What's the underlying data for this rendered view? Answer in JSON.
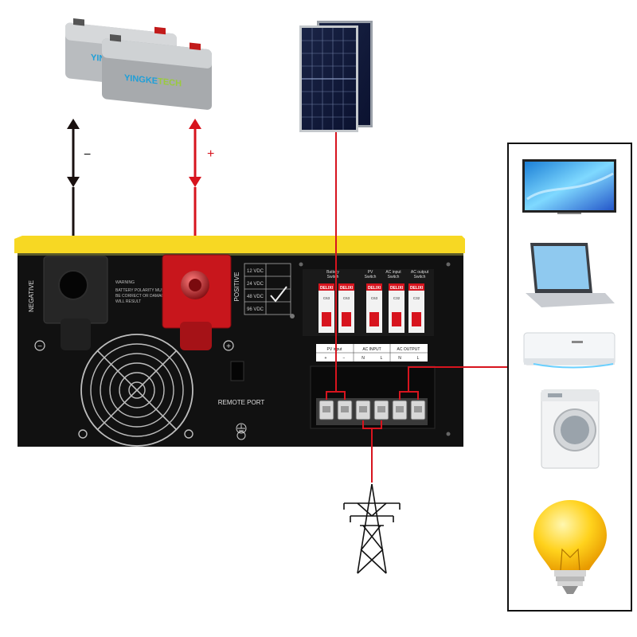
{
  "battery": {
    "brand_a": "YINGKE",
    "brand_b": "TECH",
    "negative_sign": "−",
    "positive_sign": "+"
  },
  "inverter": {
    "negative_label": "NEGATIVE",
    "positive_label": "POSITIVE",
    "warning_title": "WARNING",
    "warning_lines": [
      "BATTERY POLARITY MUST",
      "BE CORRECT OR DAMAGE",
      "WILL RESULT"
    ],
    "voltage_options": [
      "12 VDC",
      "24 VDC",
      "48 VDC",
      "96 VDC"
    ],
    "selected_voltage": "48 VDC",
    "remote_port_label": "REMOTE PORT",
    "minus_symbol": "−",
    "plus_symbol": "+",
    "breakers": [
      {
        "title_1": "Battery",
        "title_2": "Switch",
        "brand": "DELIXI",
        "rating": "C63"
      },
      {
        "title_1": "PV",
        "title_2": "Switch",
        "brand": "DELIXI",
        "rating": "C63"
      },
      {
        "title_1": "AC input",
        "title_2": "Switch",
        "brand": "DELIXI",
        "rating": "C32"
      },
      {
        "title_1": "AC output",
        "title_2": "Switch",
        "brand": "DELIXI",
        "rating": "C32"
      }
    ],
    "terminal_groups": [
      {
        "label": "PV input",
        "pins": [
          "+",
          "−"
        ]
      },
      {
        "label": "AC INPUT",
        "pins": [
          "N",
          "L"
        ]
      },
      {
        "label": "AC OUTPUT",
        "pins": [
          "N",
          "L"
        ]
      }
    ]
  },
  "appliances": [
    "tv",
    "laptop",
    "air-conditioner",
    "washing-machine",
    "light-bulb"
  ],
  "colors": {
    "wire_red": "#d7141e",
    "wire_black": "#1a1110",
    "case_yellow": "#f7d823",
    "case_black": "#111111"
  }
}
